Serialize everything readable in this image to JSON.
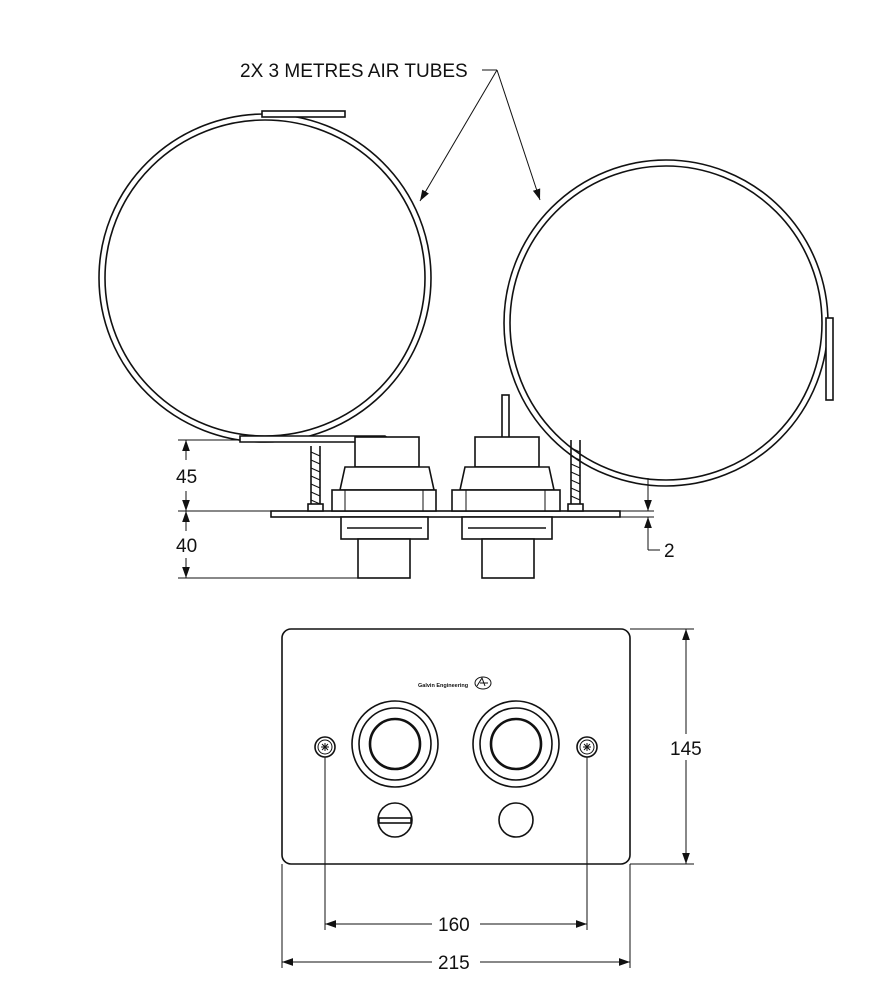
{
  "callout": {
    "air_tubes": "2X 3 METRES AIR TUBES"
  },
  "side_view": {
    "dim_top_height": "45",
    "dim_bottom_depth": "40",
    "dim_plate_thickness": "2"
  },
  "front_view": {
    "brand_text": "Galvin Engineering",
    "dim_fixing_centres": "160",
    "dim_plate_width": "215",
    "dim_plate_height": "145"
  }
}
